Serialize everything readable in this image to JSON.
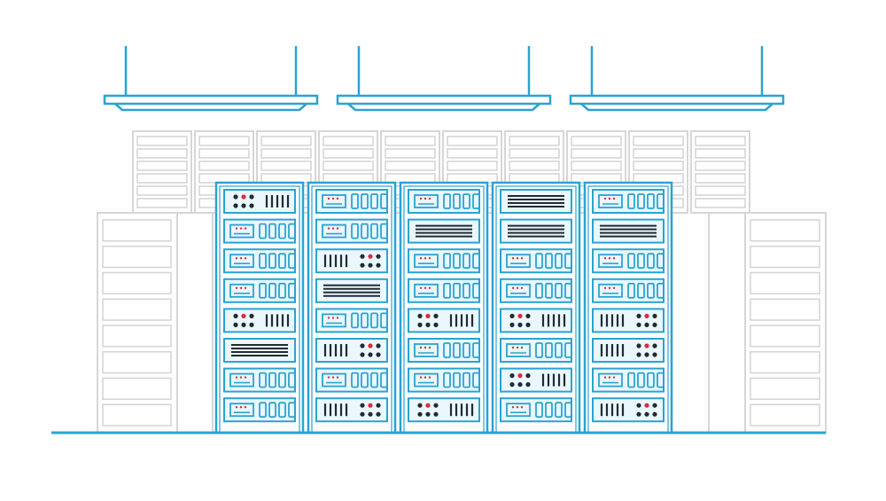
{
  "colors": {
    "background": "#ffffff",
    "accent": "#2aa3d1",
    "light_panel": "#eaf7fc",
    "background_rack": "#d6d6d6",
    "indicator_dark": "#222a35",
    "indicator_red": "#d92e3a"
  },
  "ceiling_lights": {
    "count": 3
  },
  "background_racks": {
    "count": 10,
    "units_per_rack": 6
  },
  "side_cabinets": {
    "count": 2,
    "units_per_cabinet": 8
  },
  "front_racks": [
    {
      "units": [
        "ports",
        "drives",
        "drives",
        "drives",
        "ports",
        "vent",
        "drives",
        "drives"
      ]
    },
    {
      "units": [
        "drives",
        "drives",
        "bars",
        "vent",
        "drives",
        "bars",
        "drives",
        "bars"
      ]
    },
    {
      "units": [
        "drives",
        "vent",
        "drives",
        "drives",
        "ports",
        "drives",
        "drives",
        "ports"
      ]
    },
    {
      "units": [
        "vent",
        "vent",
        "drives",
        "drives",
        "ports",
        "drives",
        "ports",
        "drives"
      ]
    },
    {
      "units": [
        "drives",
        "vent",
        "drives",
        "drives",
        "bars",
        "bars",
        "drives",
        "bars"
      ]
    }
  ]
}
